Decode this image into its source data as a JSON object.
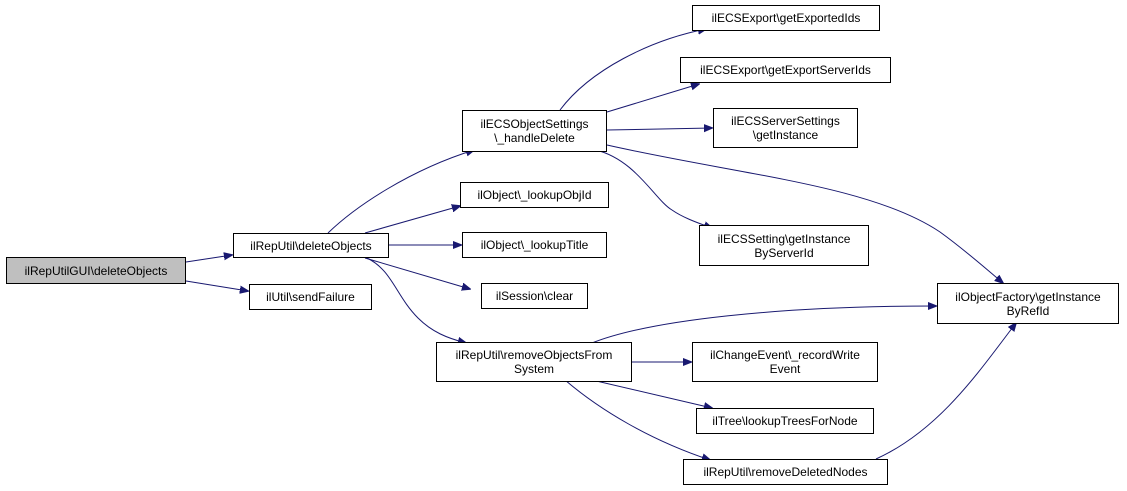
{
  "nodes": {
    "root": "ilRepUtilGUI\\deleteObjects",
    "delete_objects": "ilRepUtil\\deleteObjects",
    "send_failure": "ilUtil\\sendFailure",
    "handle_delete": "ilECSObjectSettings\n\\_handleDelete",
    "lookup_obj_id": "ilObject\\_lookupObjId",
    "lookup_title": "ilObject\\_lookupTitle",
    "session_clear": "ilSession\\clear",
    "remove_objects": "ilRepUtil\\removeObjectsFrom\nSystem",
    "get_exported_ids": "ilECSExport\\getExportedIds",
    "get_export_server_ids": "ilECSExport\\getExportServerIds",
    "server_settings_instance": "ilECSServerSettings\n\\getInstance",
    "ecs_setting_instance": "ilECSSetting\\getInstance\nByServerId",
    "object_factory": "ilObjectFactory\\getInstance\nByRefId",
    "record_write_event": "ilChangeEvent\\_recordWrite\nEvent",
    "lookup_trees": "ilTree\\lookupTreesForNode",
    "remove_deleted_nodes": "ilRepUtil\\removeDeletedNodes"
  },
  "colors": {
    "edge": "#191970",
    "root_fill": "#bfbfbf",
    "node_fill": "#ffffff",
    "border": "#000000"
  }
}
